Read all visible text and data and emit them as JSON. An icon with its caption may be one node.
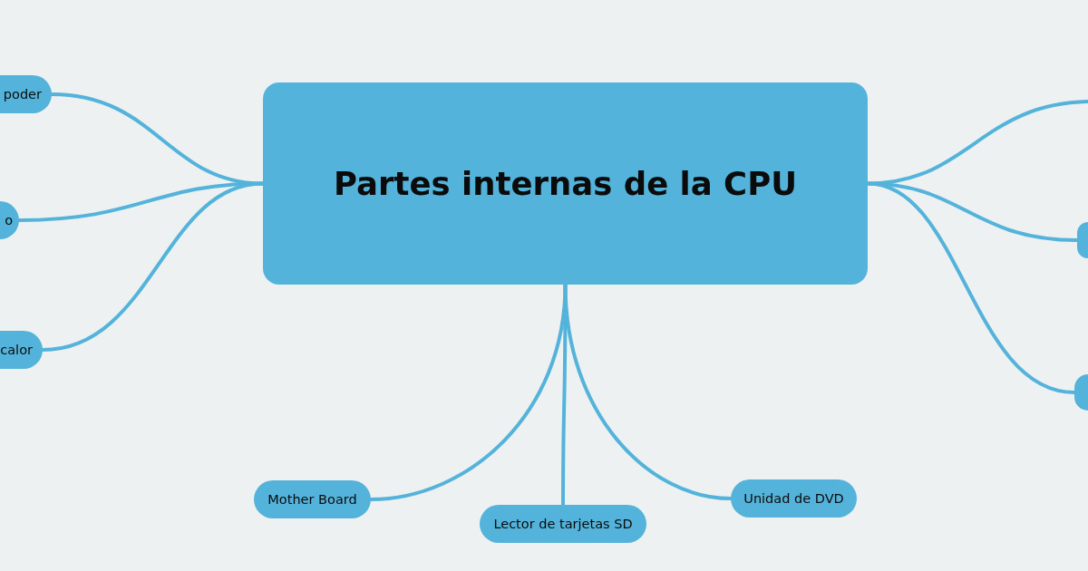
{
  "diagram": {
    "nodes": [
      {
        "text": [
          "Partes internas de la CPU"
        ]
      },
      {
        "text": [
          "poder"
        ]
      },
      {
        "text": [
          "o"
        ]
      },
      {
        "text": [
          "calor"
        ]
      },
      {
        "text": [],
        "shape": "box"
      },
      {
        "text": [],
        "shape": "box"
      },
      {
        "text": [
          "Mother Board"
        ]
      },
      {
        "text": [
          "Lector de tarjetas SD"
        ]
      },
      {
        "text": [
          "Unidad de DVD"
        ]
      }
    ],
    "edges": [
      {
        "from": 0,
        "to": 1,
        "arrow": "none"
      },
      {
        "from": 0,
        "to": 2,
        "arrow": "none"
      },
      {
        "from": 0,
        "to": 3,
        "arrow": "none"
      },
      {
        "from": 0,
        "to": null,
        "arrow": "none"
      },
      {
        "from": 0,
        "to": 4,
        "arrow": "none"
      },
      {
        "from": 0,
        "to": 5,
        "arrow": "none"
      },
      {
        "from": 0,
        "to": 6,
        "arrow": "none"
      },
      {
        "from": 0,
        "to": 7,
        "arrow": "none"
      },
      {
        "from": 0,
        "to": 8,
        "arrow": "none"
      }
    ]
  }
}
